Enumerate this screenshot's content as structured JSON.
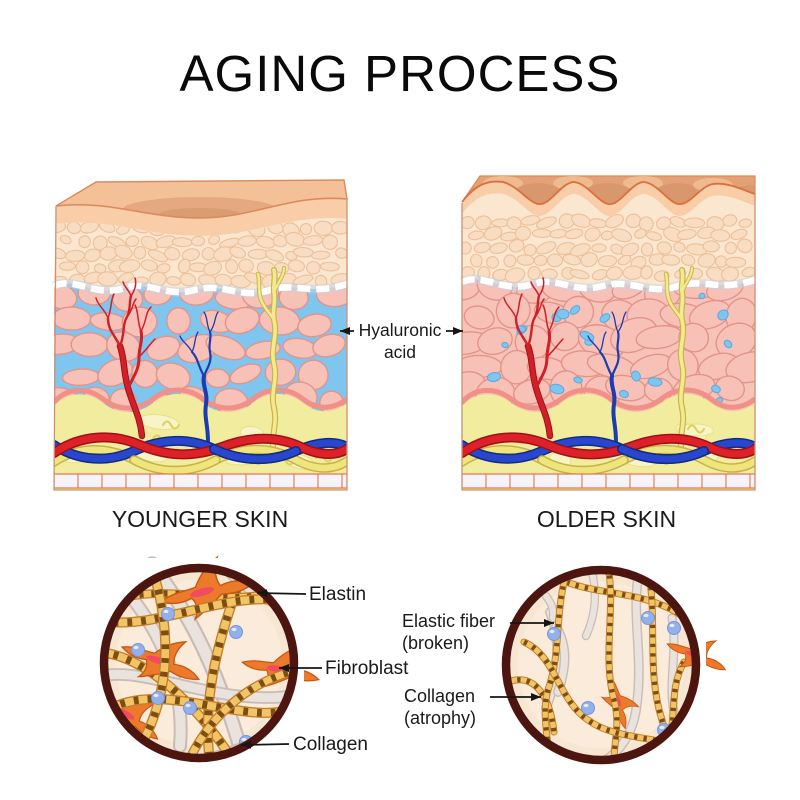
{
  "title": "AGING PROCESS",
  "panels": {
    "younger": {
      "caption": "YOUNGER SKIN"
    },
    "older": {
      "caption": "OLDER SKIN"
    }
  },
  "annotations": {
    "hyaluronic_acid": {
      "line1": "Hyaluronic",
      "line2": "acid"
    },
    "elastin": "Elastin",
    "fibroblast": "Fibroblast",
    "collagen": "Collagen",
    "elastic_fiber_broken": {
      "line1": "Elastic fiber",
      "line2": "(broken)"
    },
    "collagen_atrophy": {
      "line1": "Collagen",
      "line2": "(atrophy)"
    }
  },
  "colors": {
    "arrow_black": "#151515",
    "skin_top_young": "#f4c098",
    "skin_top_old": "#e2a176",
    "skin_crest_shadow": "#d08f66",
    "epidermis_band": "#f8cda8",
    "epidermis_outline": "#dd8a5a",
    "epidermis_outline_old": "#dc6f3b",
    "cell_bg": "#fbe6cf",
    "cell_fill": "#f9ddc2",
    "cell_stroke": "#ecbf98",
    "membrane_white": "#ffffff",
    "membrane_shadow": "#bfd2e8",
    "hyaluronic_blue": "#7ec5f0",
    "hyaluronic_blue_stroke": "#5aa9dc",
    "dermis_pink": "#f7c3b9",
    "blob_fill": "#f8c1b7",
    "blob_stroke": "#e2948a",
    "rim_pink": "#f09086",
    "artery_red": "#d11f28",
    "artery_dark": "#a01018",
    "vein_blue": "#1c3cb0",
    "nerve_outline": "#c8b44e",
    "nerve_fill": "#f3ea8e",
    "fat_yellow": "#f1ec9e",
    "fat_blob": "#f8f4c8",
    "fat_blob_stroke": "#e8e188",
    "fat_squiggle": "#dcd45e",
    "rope_red": "#de2129",
    "rope_red_dark": "#9c1016",
    "rope_blue": "#2847ce",
    "rope_blue_dark": "#122c84",
    "rope_yellow": "#f0e57c",
    "rope_yellow_dark": "#c6b24a",
    "base_strip": "#f6f4f9",
    "base_strip_stroke": "#e07450",
    "block_outline": "#d09070",
    "ring_brown": "#4c150f",
    "circle_bg": "#faebda",
    "collagen_gold": "#f2c466",
    "collagen_band": "#7c4e14",
    "collagen_outline": "#c07e28",
    "elastin_gray": "#e9e2dd",
    "elastin_outline": "#c9bcb4",
    "fibroblast_orange": "#ed7a2a",
    "fibroblast_outline": "#c55712",
    "fibroblast_nucleus": "#f04b60",
    "dot_blue": "#93b0ea",
    "dot_blue_stroke": "#7696de",
    "text": "#1a1a1a"
  }
}
